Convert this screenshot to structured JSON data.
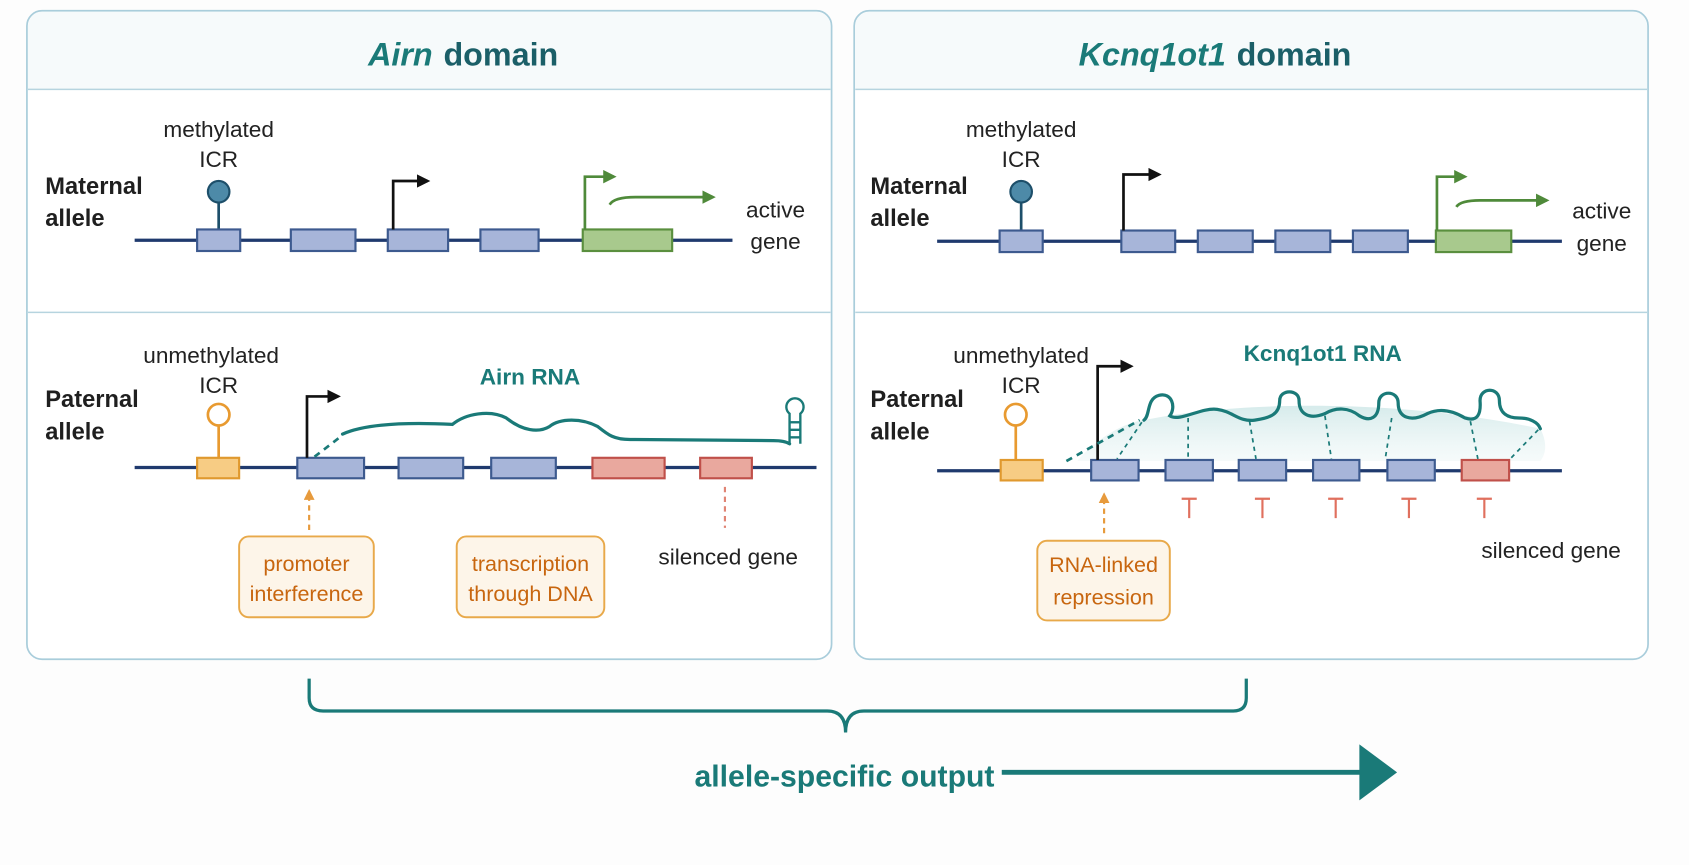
{
  "colors": {
    "teal": "#1a7a78",
    "dna": "#1f3a6e",
    "exon": "#a7b5d9",
    "active_gene": "#a8c98d",
    "silenced_gene": "#e9a89e",
    "icr_unmethylated": "#f7cc84",
    "icr_methylated": "#4d8aa8",
    "mechanism_text": "#c8660f"
  },
  "airn_domain": {
    "title_gene": "Airn",
    "title_suffix": "domain",
    "maternal": {
      "label": [
        "Maternal",
        "allele"
      ],
      "icr": [
        "methylated",
        "ICR"
      ],
      "gene": [
        "active",
        "gene"
      ]
    },
    "paternal": {
      "label": [
        "Paternal",
        "allele"
      ],
      "icr": [
        "unmethylated",
        "ICR"
      ],
      "rna": "Airn RNA",
      "silenced": "silenced gene",
      "mechanisms": [
        [
          "promoter",
          "interference"
        ],
        [
          "transcription",
          "through DNA"
        ]
      ]
    }
  },
  "kcnq1ot1_domain": {
    "title_gene": "Kcnq1ot1",
    "title_suffix": "domain",
    "maternal": {
      "label": [
        "Maternal",
        "allele"
      ],
      "icr": [
        "methylated",
        "ICR"
      ],
      "gene": [
        "active",
        "gene"
      ]
    },
    "paternal": {
      "label": [
        "Paternal",
        "allele"
      ],
      "icr": [
        "unmethylated",
        "ICR"
      ],
      "rna": "Kcnq1ot1 RNA",
      "silenced": "silenced gene",
      "mechanisms": [
        [
          "RNA-linked",
          "repression"
        ]
      ]
    }
  },
  "output": {
    "label": "allele-specific output"
  }
}
